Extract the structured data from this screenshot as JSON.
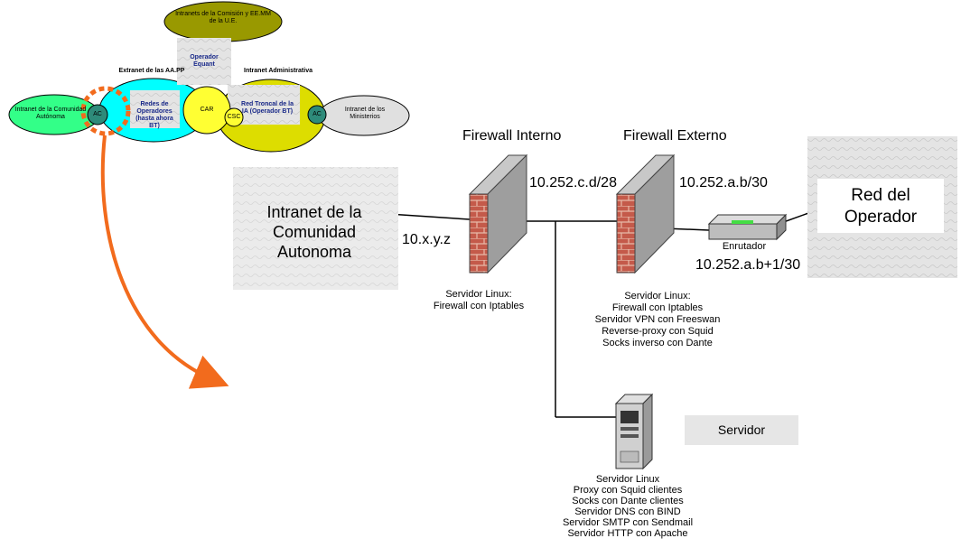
{
  "top_diagram": {
    "intranets_comision": "Intranets de la Comisión y EE.MM de la U.E.",
    "operador_equant": "Operador Equant",
    "extranet_aapp": "Extranet de las AA.PP",
    "intranet_administrativa": "Intranet Administrativa",
    "intranet_comunidad": "Intranet de la Comunidad Autónoma",
    "redes_operadores": "Redes de Operadores (hasta ahora BT)",
    "car": "CAR",
    "csc": "CSC",
    "red_troncal": "Red Troncal de la IA (Operador BT)",
    "ac_left": "AC",
    "ac_right": "AC",
    "intranet_ministerios": "Intranet de los Ministerios"
  },
  "labels": {
    "firewall_interno": "Firewall Interno",
    "firewall_externo": "Firewall Externo",
    "ip_internal_net": "10.252.c.d/28",
    "ip_external_link": "10.252.a.b/30",
    "ip_local": "10.x.y.z",
    "ip_router": "10.252.a.b+1/30",
    "intranet_comunidad_line1": "Intranet de la",
    "intranet_comunidad_line2": "Comunidad",
    "intranet_comunidad_line3": "Autonoma",
    "red_operador_line1": "Red del",
    "red_operador_line2": "Operador",
    "enrutador": "Enrutador",
    "servidor": "Servidor"
  },
  "descriptions": {
    "fw_interno": [
      "Servidor Linux:",
      "Firewall con Iptables"
    ],
    "fw_externo": [
      "Servidor Linux:",
      "Firewall con Iptables",
      "Servidor VPN con Freeswan",
      "Reverse-proxy con Squid",
      "Socks inverso con Dante"
    ],
    "server": [
      "Servidor Linux",
      "Proxy con Squid clientes",
      "Socks con Dante clientes",
      "Servidor DNS con BIND",
      "Servidor SMTP con Sendmail",
      "Servidor HTTP con Apache"
    ]
  },
  "colors": {
    "brick": "#c0504d",
    "orange": "#f26b1d",
    "cyan": "#00ffff",
    "yellow": "#ffff33",
    "olive": "#cccc00",
    "green": "#33ff77",
    "teal": "#2e8b7a",
    "grey_box": "#e6e6e6"
  }
}
